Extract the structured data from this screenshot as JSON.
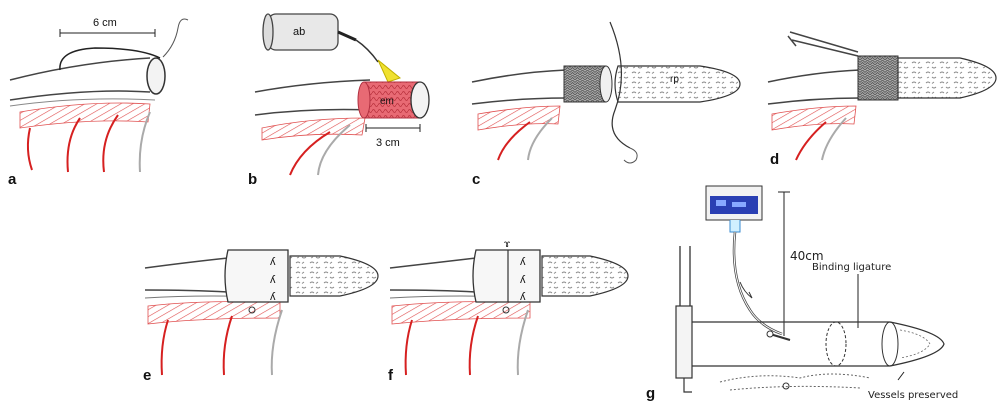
{
  "panels": {
    "a": {
      "letter": "a",
      "measure": "6 cm"
    },
    "b": {
      "letter": "b",
      "device": "ab",
      "tissue": "em",
      "measure": "3 cm"
    },
    "c": {
      "letter": "c",
      "tissue": "rp"
    },
    "d": {
      "letter": "d"
    },
    "e": {
      "letter": "e"
    },
    "f": {
      "letter": "f"
    },
    "g": {
      "letter": "g",
      "height": "40cm",
      "binding": "Binding ligature",
      "vessels": "Vessels preserved"
    }
  },
  "colors": {
    "vessel": "#d62020",
    "hatch": "#e05050",
    "mucosa": "#e86a74",
    "graft": "#9a9a9a",
    "stroke": "#333333"
  }
}
